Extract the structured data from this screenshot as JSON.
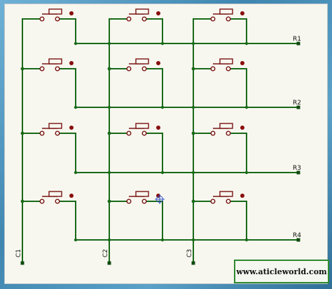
{
  "diagram": {
    "row_labels": [
      "R1",
      "R2",
      "R3",
      "R4"
    ],
    "column_labels": [
      "C1",
      "C2",
      "C3"
    ],
    "switch_grid": {
      "rows": 4,
      "columns": 3
    },
    "wire_color": "#1a6a1a",
    "switch_color": "#7a1414"
  },
  "watermark": {
    "text": "www.aticleworld.com"
  }
}
